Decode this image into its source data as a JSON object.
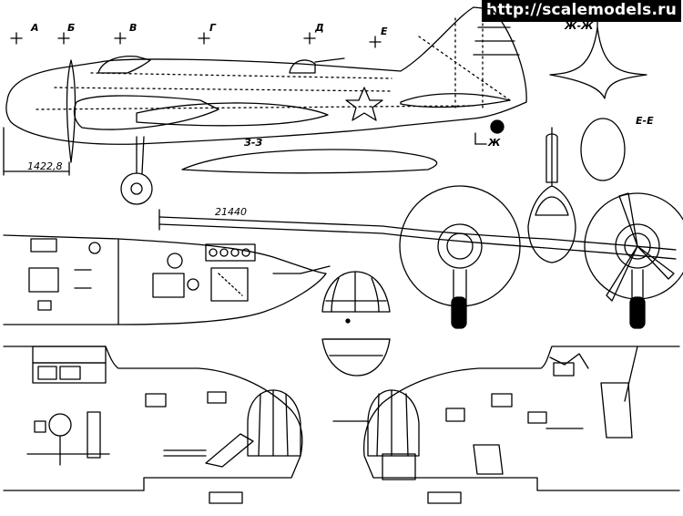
{
  "watermark": "http://scalemodels.ru",
  "section_markers": [
    "А",
    "Б",
    "В",
    "Г",
    "Д",
    "Е"
  ],
  "section_labels": {
    "zh": "Ж-Ж",
    "e": "Е-Е",
    "z": "З-З",
    "zh_marker": "Ж"
  },
  "dimensions": {
    "nose_length": "1422,8",
    "wingspan": "21440"
  }
}
